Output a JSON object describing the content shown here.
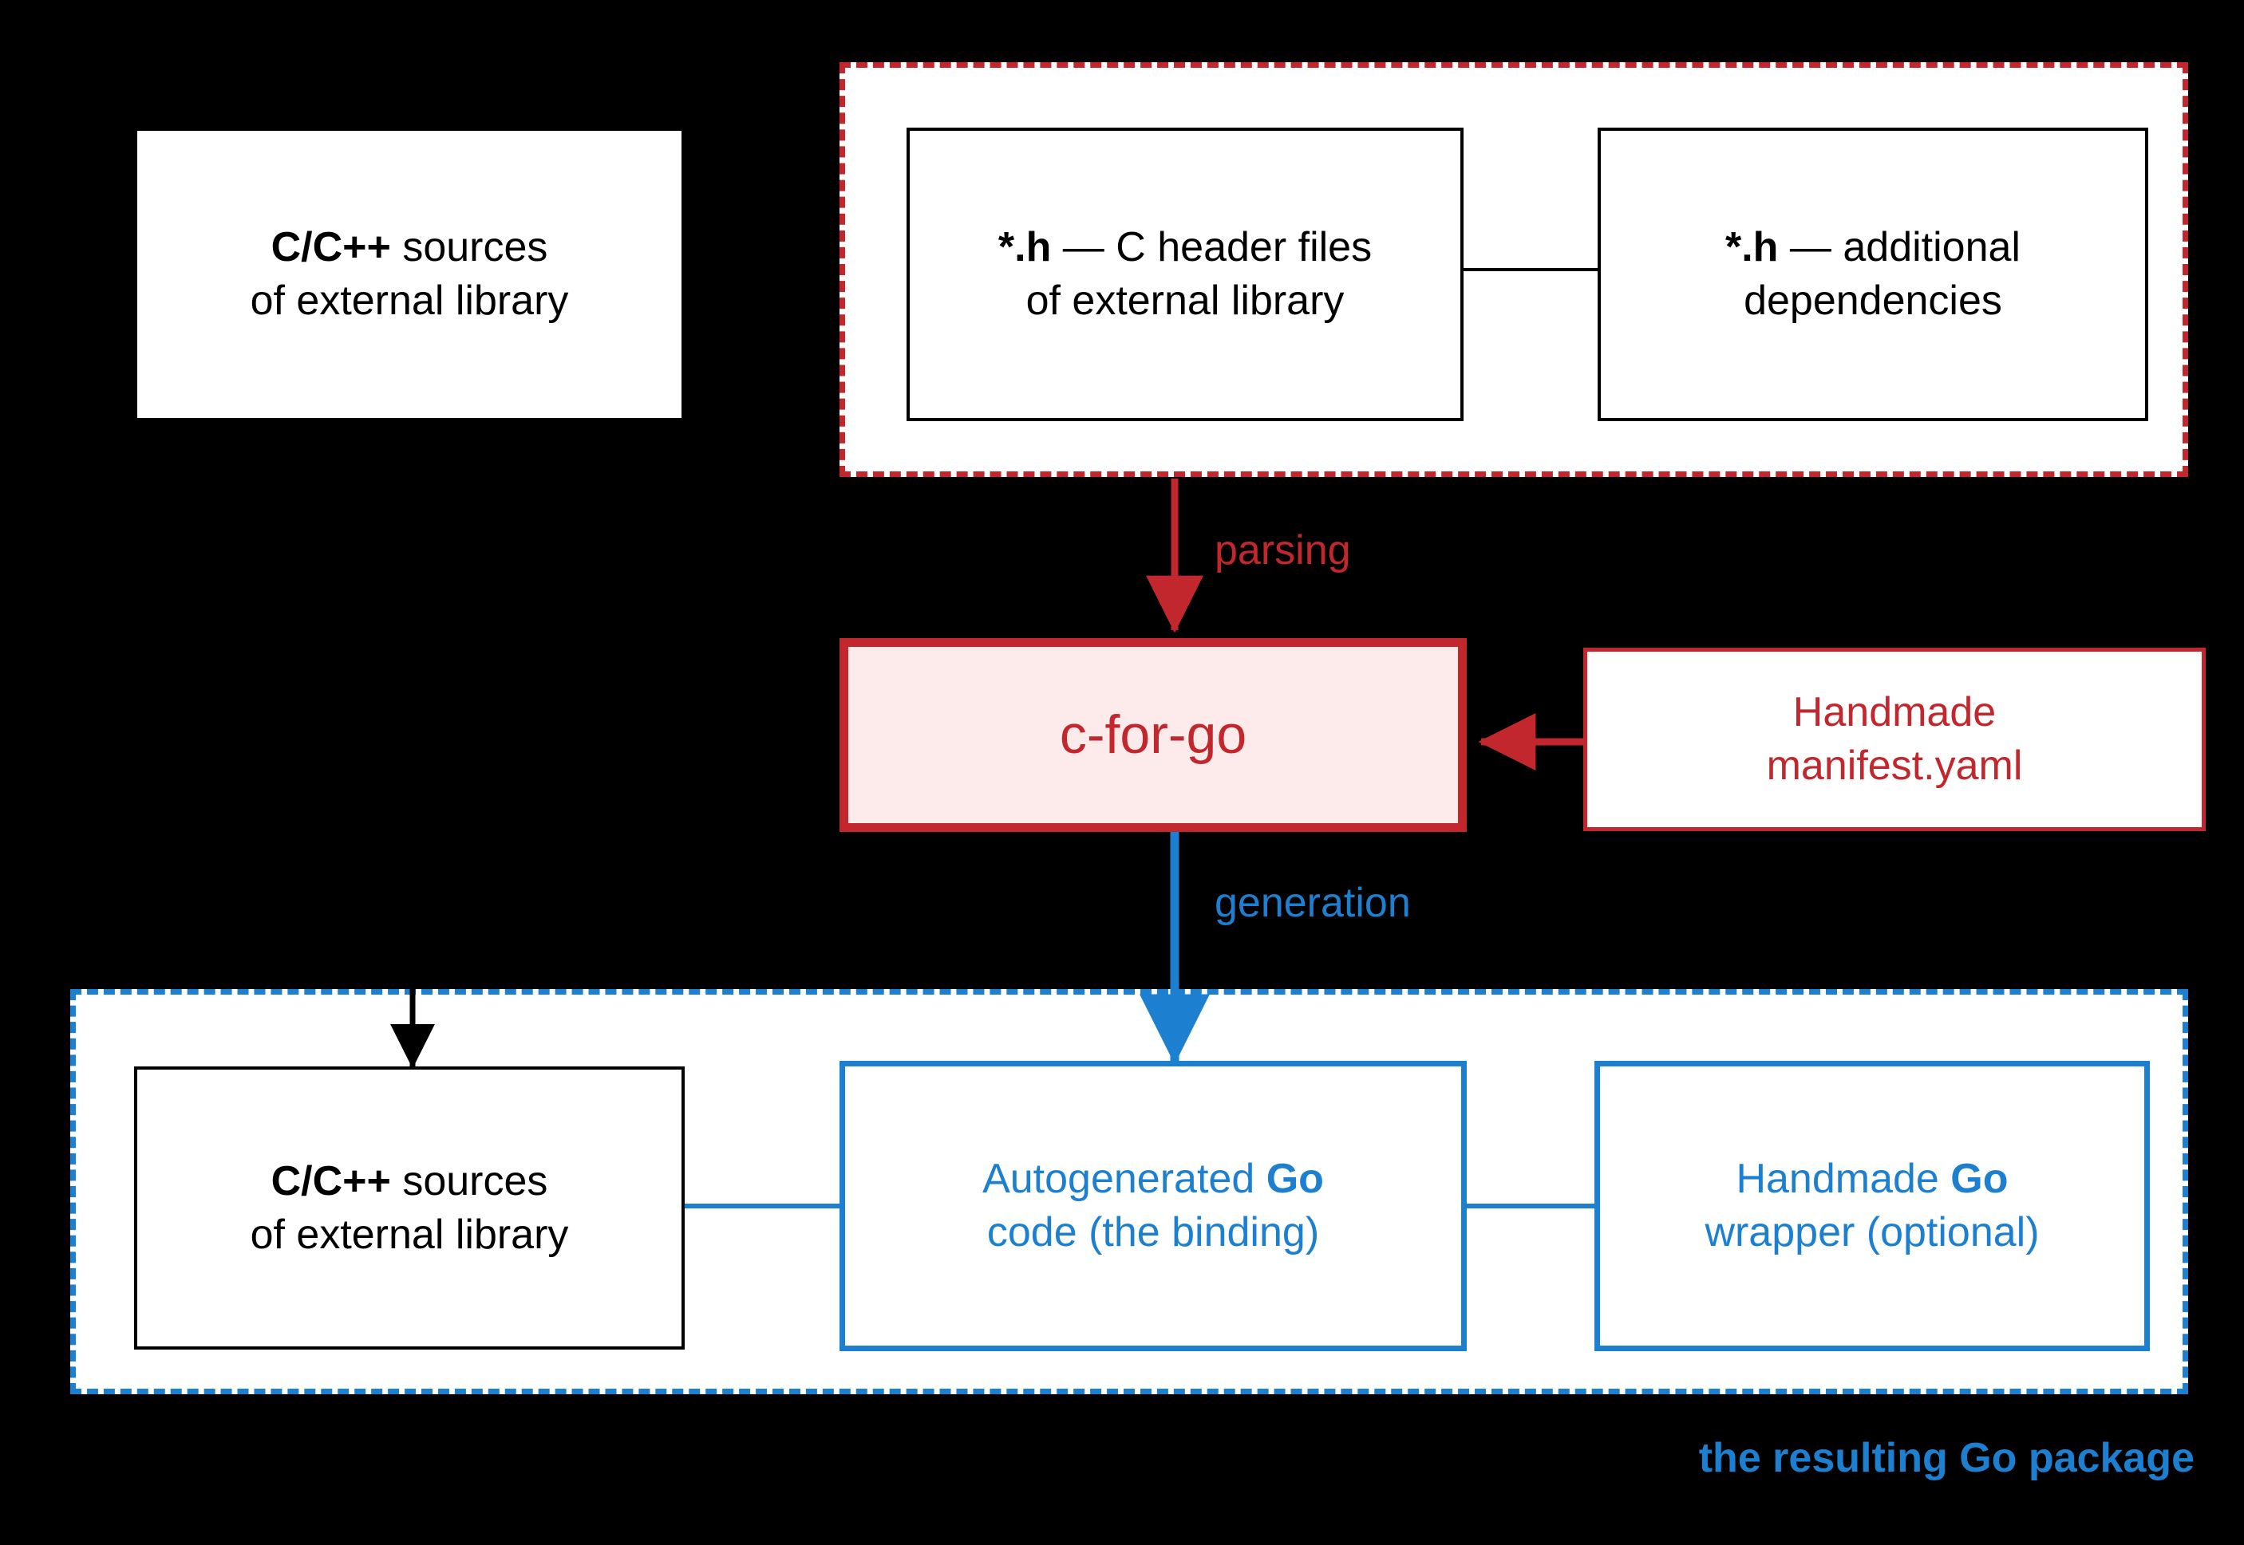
{
  "diagram": {
    "background_color": "#000000",
    "accent_red": "#C1272D",
    "accent_blue": "#1C7FD0",
    "red_fill": "#FDEAEA",
    "groups": {
      "inputs": {
        "border_style": "dashed",
        "color": "#C1272D"
      },
      "package": {
        "border_style": "dashed",
        "color": "#1C7FD0"
      }
    },
    "nodes": {
      "c_sources_top": {
        "line1_bold": "C/C++",
        "line1_rest": " sources",
        "line2": "of external library"
      },
      "c_header_files": {
        "line1_bold": "*.h",
        "line1_rest": " — C header files",
        "line2": "of external library"
      },
      "additional_deps": {
        "line1_bold": "*.h",
        "line1_rest": " — additional",
        "line2": "dependencies"
      },
      "c_for_go": {
        "label": "c-for-go"
      },
      "manifest": {
        "line1": "Handmade",
        "line2": "manifest.yaml"
      },
      "c_sources_bottom": {
        "line1_bold": "C/C++",
        "line1_rest": " sources",
        "line2": "of external library"
      },
      "autogenerated": {
        "line1_pre": "Autogenerated ",
        "line1_bold": "Go",
        "line2": "code (the binding)"
      },
      "wrapper": {
        "line1_pre": "Handmade ",
        "line1_bold": "Go",
        "line2": "wrapper (optional)"
      }
    },
    "edges": {
      "parsing": {
        "label": "parsing",
        "color": "#C1272D"
      },
      "generation": {
        "label": "generation",
        "color": "#1C7FD0"
      }
    },
    "caption": {
      "text": "the resulting Go package",
      "color": "#1C7FD0"
    }
  }
}
